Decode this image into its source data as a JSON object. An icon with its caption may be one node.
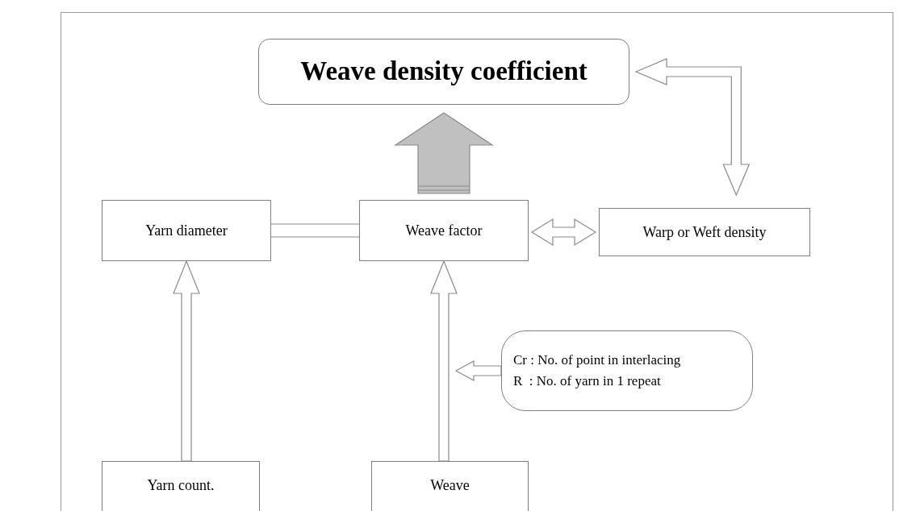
{
  "diagram": {
    "nodes": [
      {
        "text": [
          "Weave density coefficient"
        ]
      },
      {
        "text": [
          "Yarn diameter"
        ]
      },
      {
        "text": [
          "Weave factor"
        ]
      },
      {
        "text": [
          "Warp or Weft density"
        ]
      },
      {
        "text": [
          "Cr : No. of point in interlacing",
          "R  : No. of yarn in 1 repeat"
        ]
      },
      {
        "text": [
          "Yarn count."
        ]
      },
      {
        "text": [
          "Weave"
        ]
      }
    ],
    "edges": [
      {
        "from": 2,
        "to": 0,
        "arrow": "to",
        "style": "thick",
        "color": "#c0c0c0"
      },
      {
        "from": 3,
        "to": 0,
        "arrow": "both"
      },
      {
        "from": 1,
        "to": 2,
        "arrow": "none"
      },
      {
        "from": 2,
        "to": 3,
        "arrow": "both"
      },
      {
        "from": 5,
        "to": 1,
        "arrow": "to"
      },
      {
        "from": 6,
        "to": 2,
        "arrow": "to"
      },
      {
        "from": 4,
        "to": null,
        "arrow": "to"
      }
    ]
  }
}
